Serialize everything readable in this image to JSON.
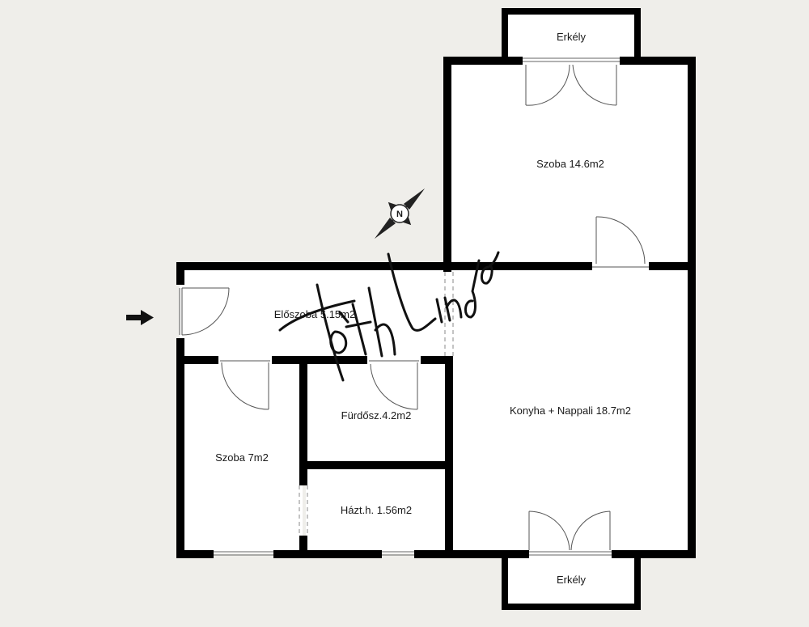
{
  "rooms": {
    "erkely_top": "Erkély",
    "szoba_large": "Szoba 14.6m2",
    "eloszoba": "Előszoba 5.15m2",
    "konyha_nappali": "Konyha + Nappali 18.7m2",
    "furdoszoba": "Fürdősz.4.2m2",
    "szoba_small": "Szoba 7m2",
    "haztartas": "Házt.h. 1.56m2",
    "erkely_bottom": "Erkély"
  },
  "compass": {
    "letter": "N"
  },
  "watermark": {
    "text": "Tóth Linda"
  },
  "colors": {
    "background": "#efeeea",
    "floor": "#ffffff",
    "wall": "#000000"
  }
}
